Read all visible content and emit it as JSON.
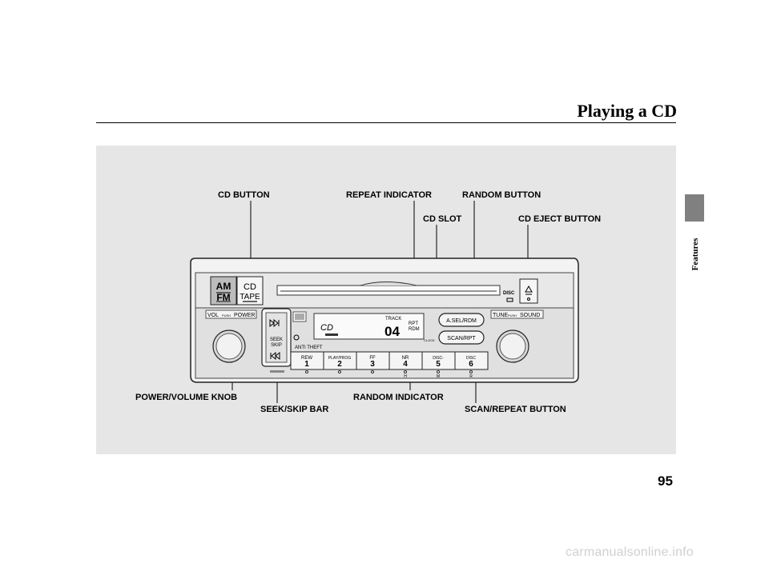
{
  "header": {
    "title": "Playing a CD"
  },
  "section": {
    "label": "Features"
  },
  "footer": {
    "page_number": "95",
    "watermark": "carmanualsonline.info"
  },
  "callouts": {
    "cd_button": "CD BUTTON",
    "repeat_indicator": "REPEAT INDICATOR",
    "random_button": "RANDOM BUTTON",
    "cd_slot": "CD SLOT",
    "cd_eject_button": "CD EJECT BUTTON",
    "power_volume_knob": "POWER/VOLUME KNOB",
    "seek_skip_bar": "SEEK/SKIP BAR",
    "random_indicator": "RANDOM INDICATOR",
    "scan_repeat_button": "SCAN/REPEAT BUTTON"
  },
  "radio": {
    "am": "AM",
    "fm": "FM",
    "cd": "CD",
    "tape": "TAPE",
    "disc": "DISC",
    "vol_left": "VOL",
    "vol_push": "PUSH",
    "vol_right": "POWER",
    "tune_left": "TUNE",
    "tune_push": "PUSH",
    "tune_right": "SOUND",
    "seek": "SEEK",
    "skip": "SKIP",
    "track": "TRACK",
    "track_number": "04",
    "mode_char": "CD",
    "rpt": "RPT",
    "rdm": "RDM",
    "clock": "CLOCK",
    "anti_theft": "ANTI   THEFT",
    "asel_rdm": "A.SEL/RDM",
    "scan_rpt": "SCAN/RPT",
    "presets": [
      {
        "label": "REW",
        "num": "1"
      },
      {
        "label": "PLAY/PROG",
        "num": "2"
      },
      {
        "label": "FF",
        "num": "3"
      },
      {
        "label": "NR",
        "num": "4"
      },
      {
        "label": "DISC-",
        "num": "5"
      },
      {
        "label": "DISC",
        "num": "6"
      }
    ],
    "hmr": {
      "h": "H",
      "m": "M",
      "r": "R"
    }
  }
}
